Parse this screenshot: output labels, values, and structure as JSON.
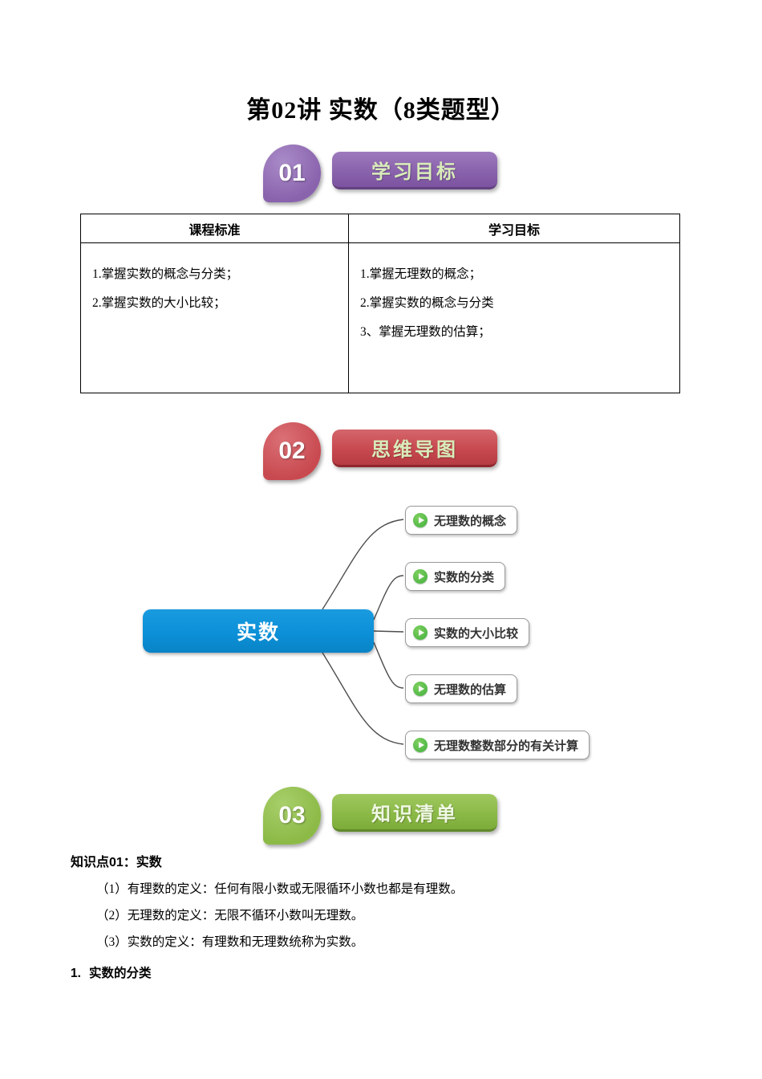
{
  "page": {
    "title": "第02讲 实数（8类题型）"
  },
  "sections": [
    {
      "number": "01",
      "label": "学习目标"
    },
    {
      "number": "02",
      "label": "思维导图"
    },
    {
      "number": "03",
      "label": "知识清单"
    }
  ],
  "table": {
    "headers": [
      "课程标准",
      "学习目标"
    ],
    "left_items": [
      "1.掌握实数的概念与分类；",
      "2.掌握实数的大小比较；"
    ],
    "right_items": [
      "1.掌握无理数的概念；",
      "2.掌握实数的概念与分类",
      "3、掌握无理数的估算；"
    ]
  },
  "mindmap": {
    "center": "实数",
    "branches": [
      "无理数的概念",
      "实数的分类",
      "实数的大小比较",
      "无理数的估算",
      "无理数整数部分的有关计算"
    ]
  },
  "knowledge": {
    "heading": "知识点01：实数",
    "items": [
      "（1）有理数的定义：任何有限小数或无限循环小数也都是有理数。",
      "（2）无理数的定义：无限不循环小数叫无理数。",
      "（3）实数的定义：有理数和无理数统称为实数。"
    ],
    "subheading_num": "1.",
    "subheading": "实数的分类"
  },
  "colors": {
    "purple": "#8a63ad",
    "red": "#c84a50",
    "green": "#8cba47",
    "center_blue": "#0b8fd6",
    "play_green": "#54b948"
  }
}
